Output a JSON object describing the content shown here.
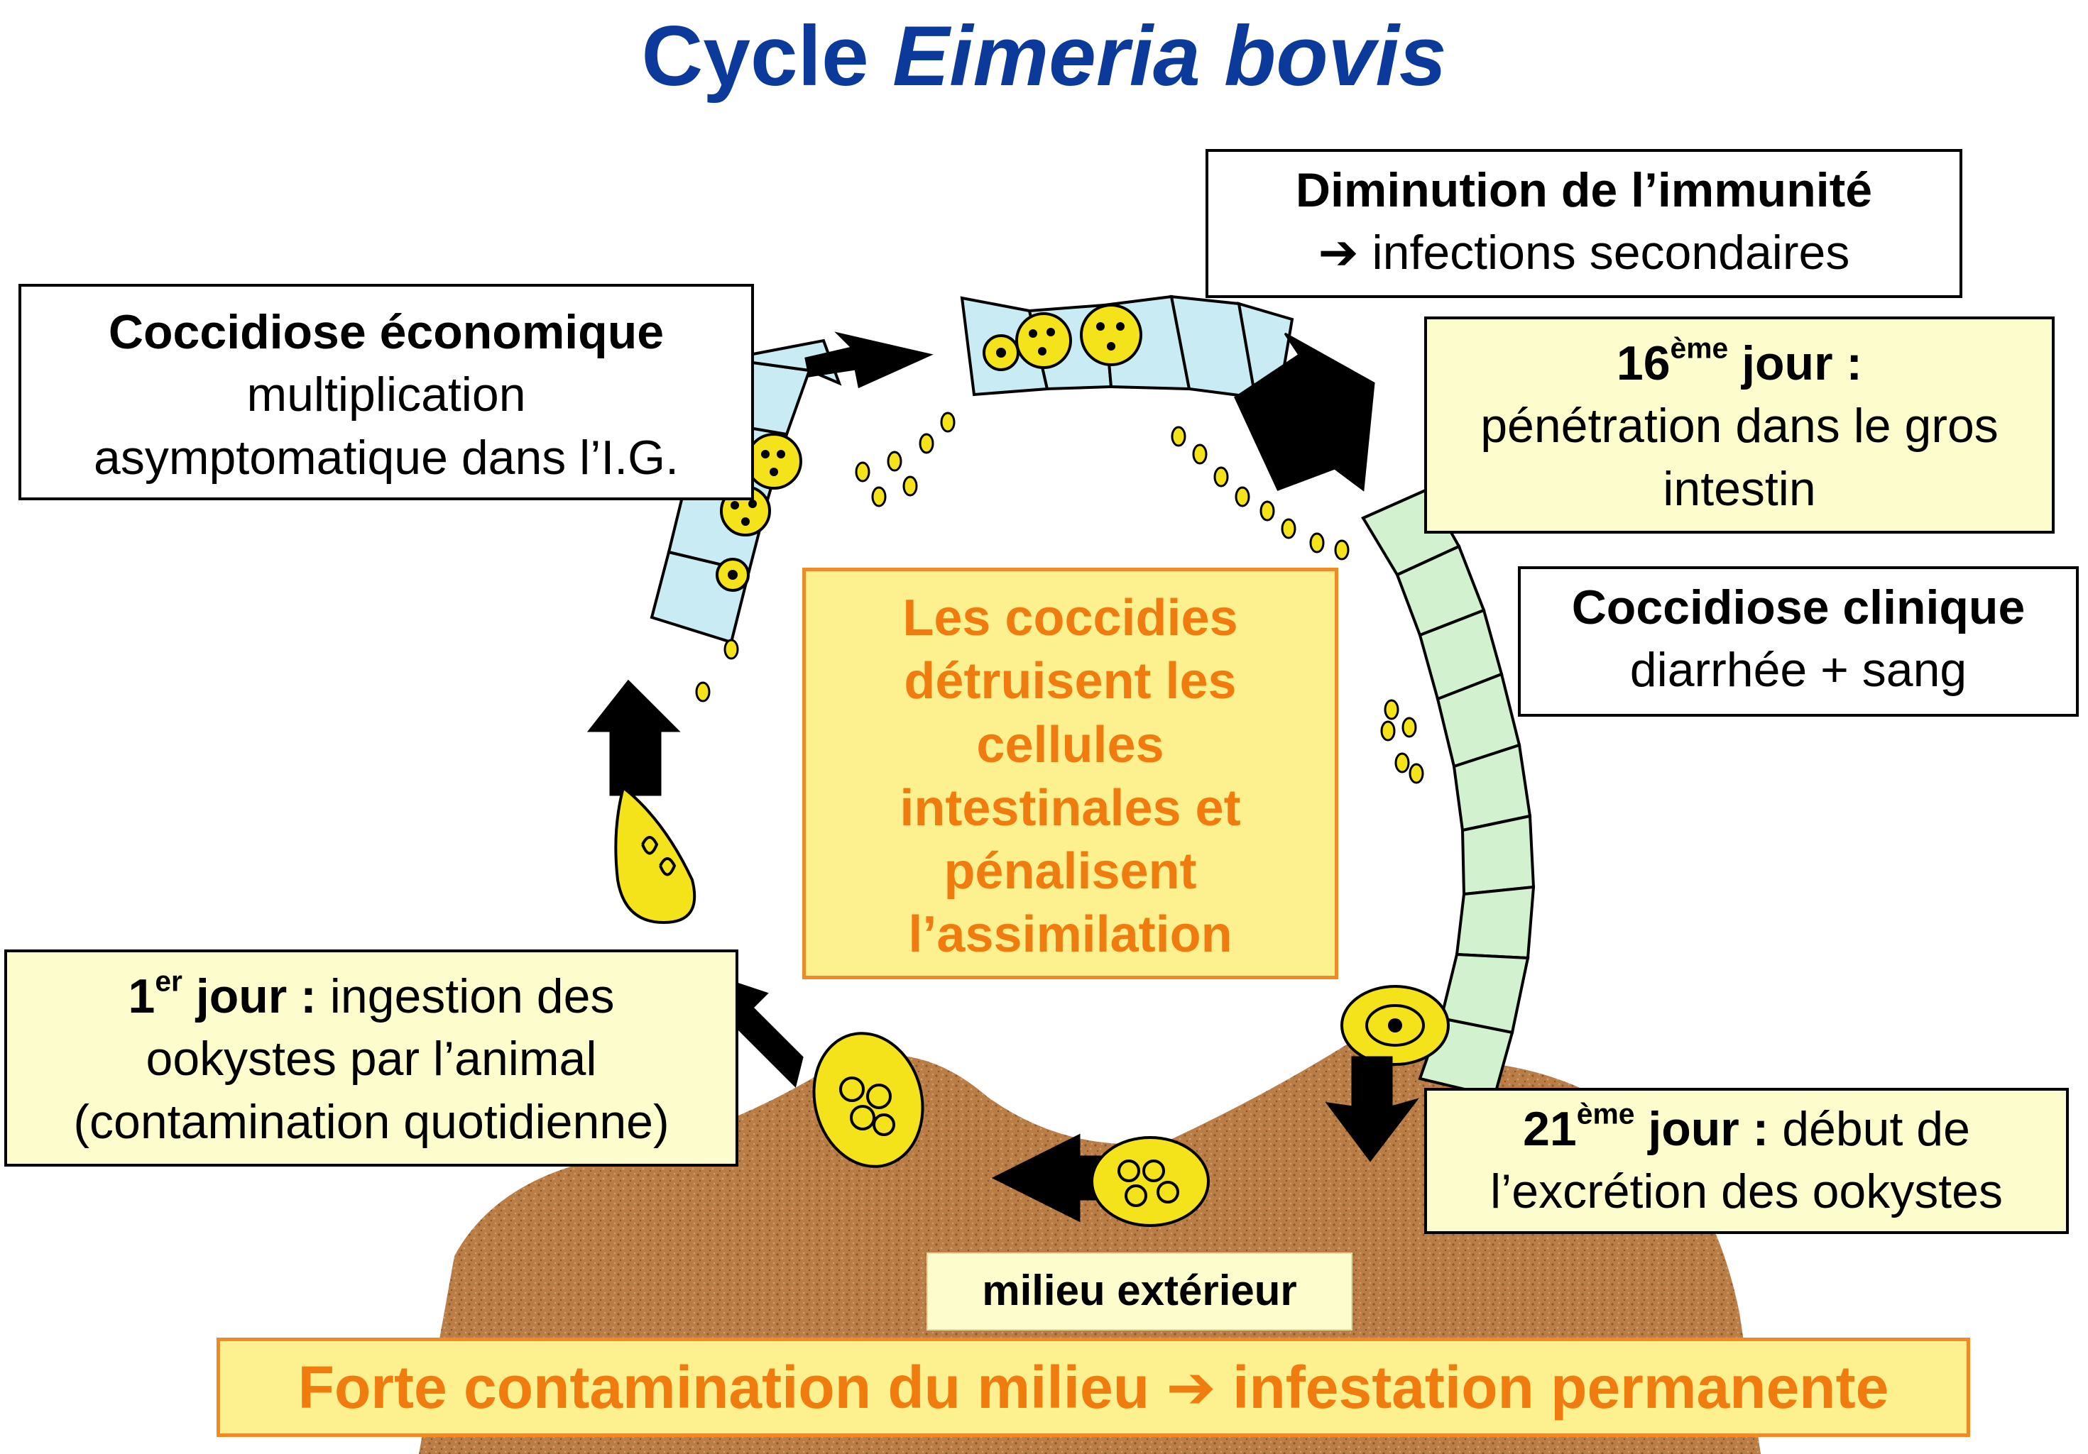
{
  "title": {
    "prefix": "Cycle",
    "species": "Eimeria bovis"
  },
  "boxes": {
    "immunity": {
      "heading": "Diminution de l’immunité",
      "arrow": "➔",
      "text": "infections secondaires"
    },
    "economic": {
      "heading": "Coccidiose économique",
      "line1": "multiplication",
      "line2": "asymptomatique dans l’I.G."
    },
    "day16": {
      "num": "16",
      "sup": "ème",
      "label": "jour :",
      "line1": "pénétration dans le gros",
      "line2": "intestin"
    },
    "clinical": {
      "heading": "Coccidiose clinique",
      "text": "diarrhée + sang"
    },
    "day1": {
      "num": "1",
      "sup": "er",
      "label": "jour :",
      "rest": "ingestion des",
      "line2": "ookystes par l’animal",
      "line3": "(contamination quotidienne)"
    },
    "day21": {
      "num": "21",
      "sup": "ème",
      "label": "jour :",
      "rest": "début de",
      "line2": "l’excrétion des  ookystes"
    }
  },
  "center": {
    "line1": "Les coccidies",
    "line2": "détruisent les",
    "line3": "cellules",
    "line4": "intestinales et",
    "line5": "pénalisent",
    "line6": "l’assimilation"
  },
  "milieu": "milieu extérieur",
  "bottom": {
    "left": "Forte contamination du milieu",
    "arrow": "➔",
    "right": "infestation permanente"
  },
  "colors": {
    "title": "#0b3a9a",
    "orange_text": "#f07c10",
    "orange_border": "#f08a24",
    "yellow_fill": "#fdf08e",
    "cream_fill": "#fdfccc",
    "soil": "#b97d45",
    "cell_blue": "#c9ecf4",
    "cell_green": "#d2f2cf",
    "oocyst_yellow": "#f4e21a"
  }
}
